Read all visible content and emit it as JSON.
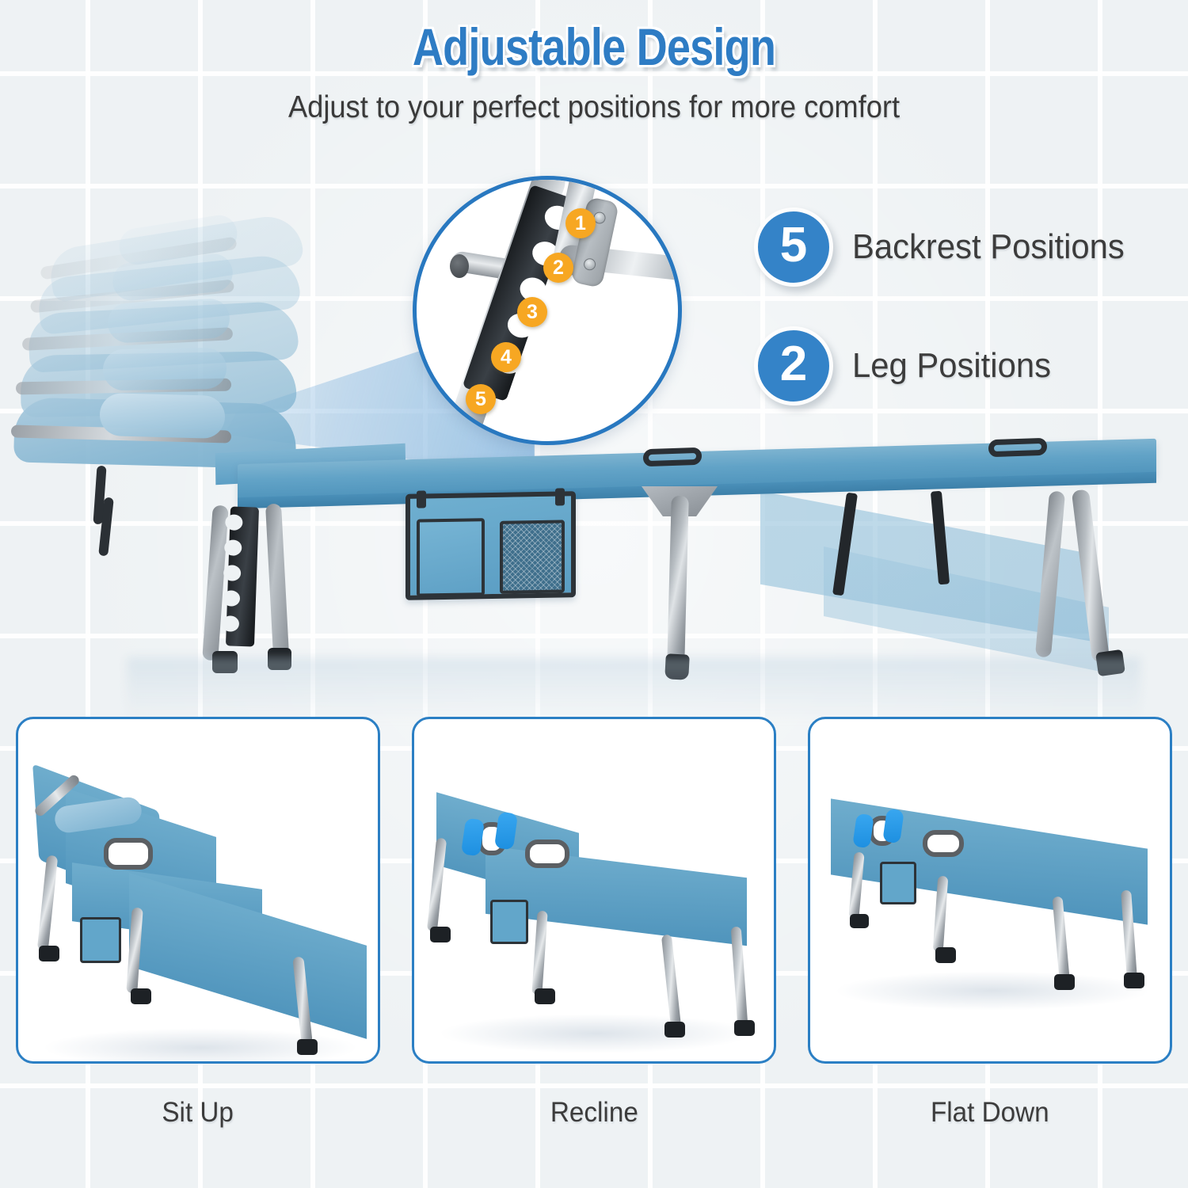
{
  "header": {
    "title": "Adjustable Design",
    "subtitle": "Adjust to your perfect positions for more comfort",
    "title_color": "#2e7cc4",
    "subtitle_color": "#3a3a3a"
  },
  "features": [
    {
      "count": "5",
      "label": "Backrest Positions",
      "badge_color": "#3483c8"
    },
    {
      "count": "2",
      "label": "Leg Positions",
      "badge_color": "#3483c8"
    }
  ],
  "magnifier": {
    "name": "backrest-notch-detail",
    "border_color": "#2878c0",
    "marker_color": "#f7a722",
    "markers": [
      "1",
      "2",
      "3",
      "4",
      "5"
    ]
  },
  "hero": {
    "name": "folding-chaise-lounge-chair",
    "fabric_color": "#5b9fc4",
    "frame_color": "#a6acb2",
    "ghost_backrest_positions": 5
  },
  "cards": [
    {
      "caption": "Sit Up",
      "name": "position-sit-up"
    },
    {
      "caption": "Recline",
      "name": "position-recline"
    },
    {
      "caption": "Flat Down",
      "name": "position-flat-down"
    }
  ],
  "theme": {
    "background": "#eef2f4",
    "grid_line": "#ffffff",
    "card_border": "#2b7fc4",
    "accent_blue": "#2878c0",
    "accent_orange": "#f7a722"
  }
}
